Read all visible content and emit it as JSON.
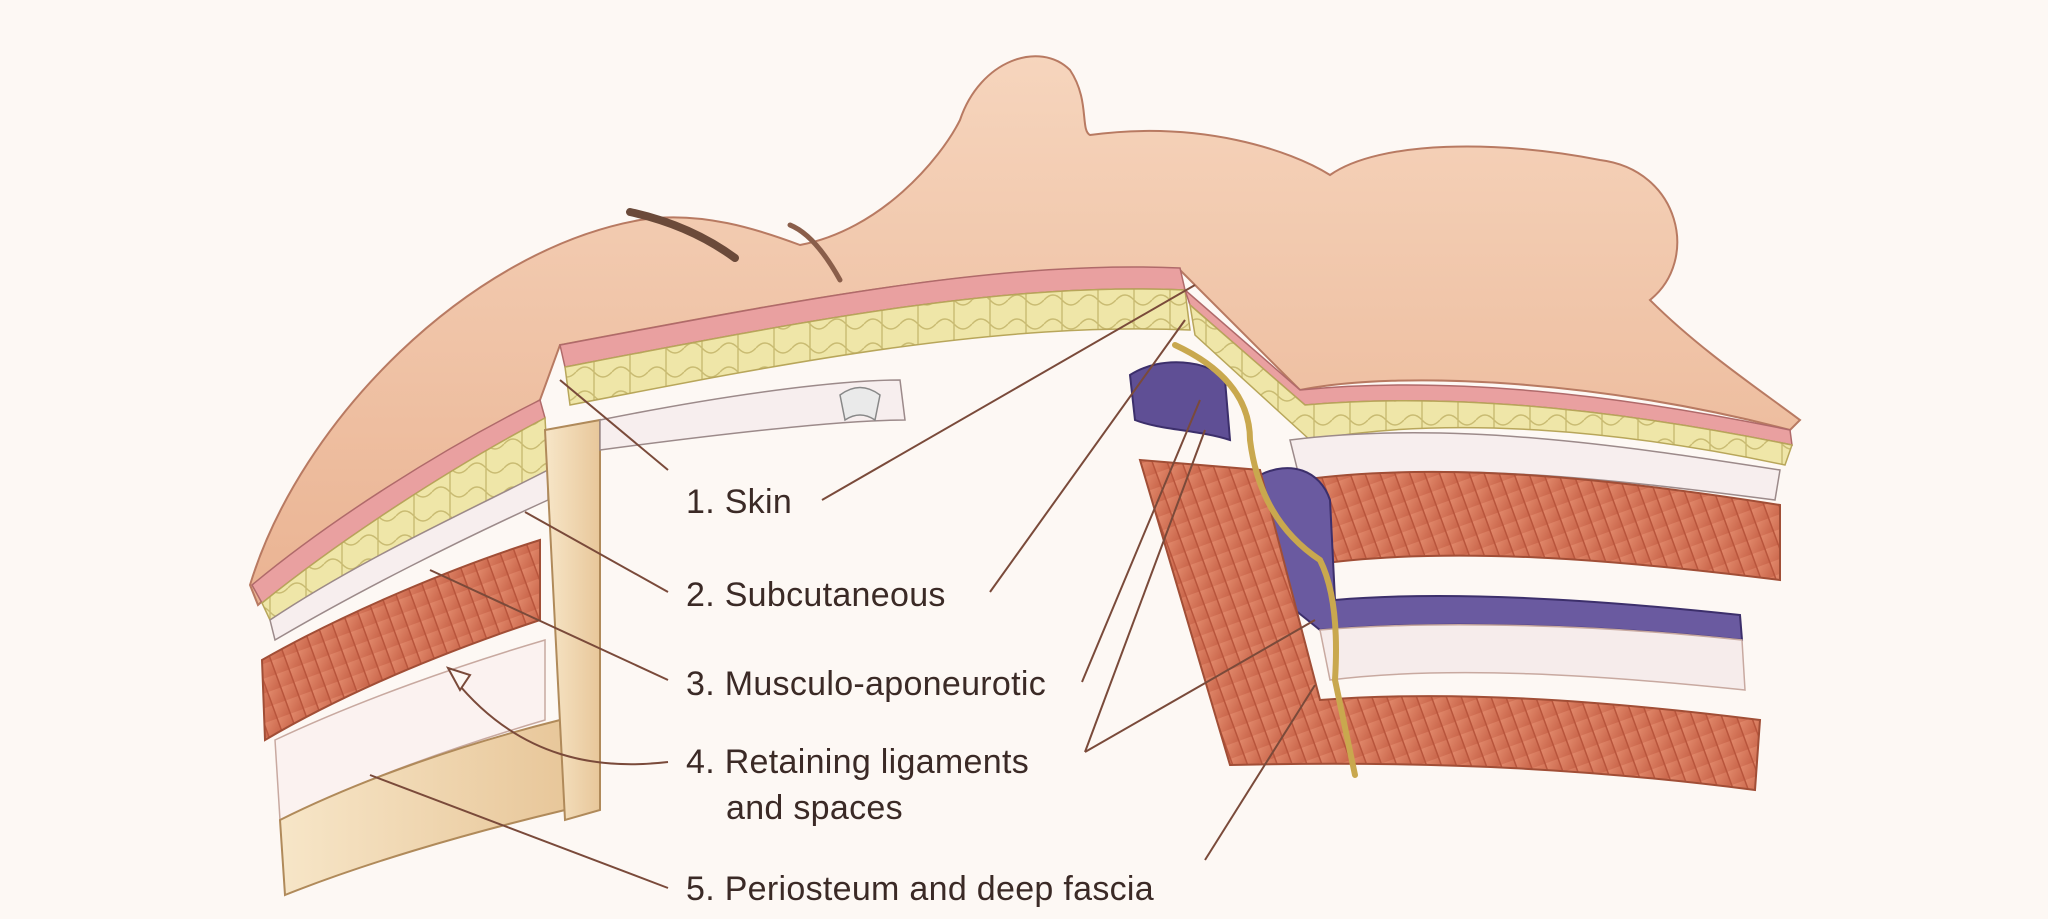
{
  "labels": {
    "skin": "1. Skin",
    "subcutaneous": "2. Subcutaneous",
    "musculo_aponeurotic": "3. Musculo-aponeurotic",
    "retaining_ligaments_line1": "4. Retaining ligaments",
    "retaining_ligaments_line2": "and spaces",
    "periosteum": "5. Periosteum and deep fascia"
  },
  "colors": {
    "background": "#fdf8f4",
    "skin_surface": "#f1c3a4",
    "dermis": "#e9a0a0",
    "subcutaneous_fat": "#efe6a8",
    "muscle": "#d9785a",
    "aponeurosis": "#f7eeee",
    "ligament_violet": "#5f4f95",
    "bone": "#f3dcb8",
    "nerve": "#c9a84e",
    "leader_line": "#7a4a3a"
  },
  "icons": {
    "anatomy_illustration": "facial-soft-tissue-layers-cross-section"
  }
}
